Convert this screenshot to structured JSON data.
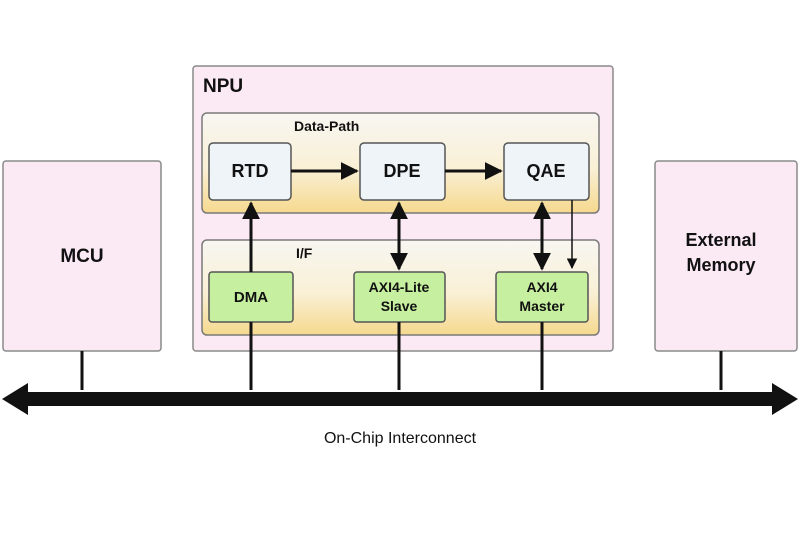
{
  "diagram": {
    "blocks": {
      "mcu": "MCU",
      "external_memory": [
        "External",
        "Memory"
      ],
      "npu": "NPU",
      "data_path": "Data-Path",
      "interface": "I/F",
      "rtd": "RTD",
      "dpe": "DPE",
      "qae": "QAE",
      "dma": "DMA",
      "axi4_lite_slave": [
        "AXI4-Lite",
        "Slave"
      ],
      "axi4_master": [
        "AXI4",
        "Master"
      ]
    },
    "bus_label": "On-Chip Interconnect",
    "colors": {
      "pink_fill": "#fbe9f3",
      "pink_stroke": "#8a8a8a",
      "panel_gradient_top": "#f7f5f0",
      "panel_gradient_bottom": "#f5d88c",
      "data_block_fill": "#eef4f8",
      "green_block_fill": "#c6f0a0",
      "line": "#111111"
    }
  }
}
